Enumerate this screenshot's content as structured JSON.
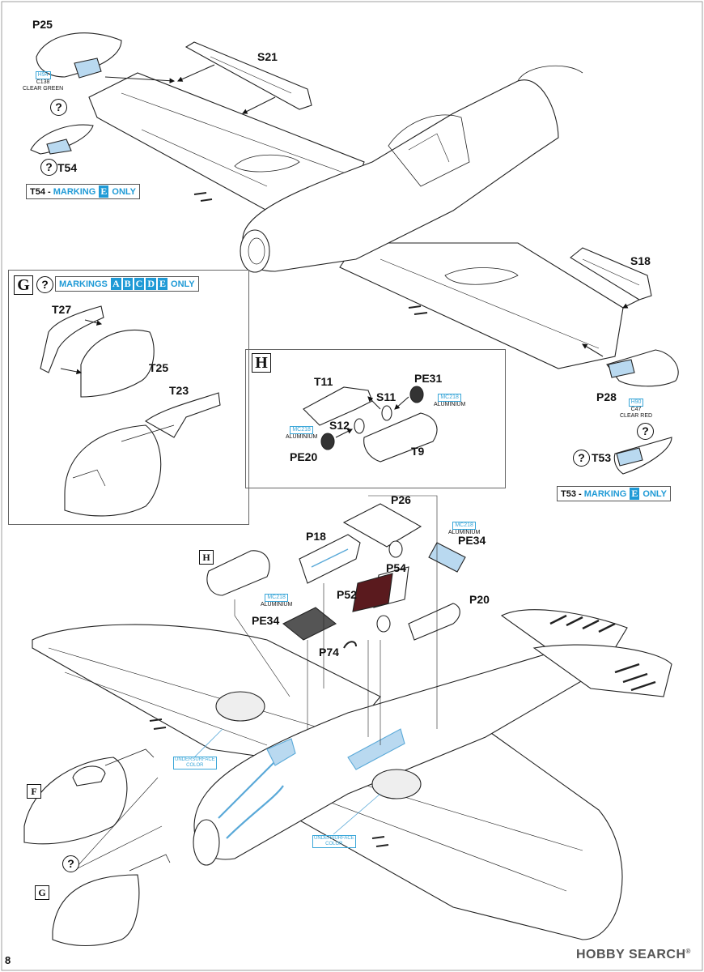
{
  "page_number": "8",
  "watermark": {
    "text": "HOBBY SEARCH",
    "symbol": "®"
  },
  "section_letters": {
    "G": "G",
    "H": "H",
    "F": "F"
  },
  "question_mark": "?",
  "marking_notes": {
    "t54": {
      "prefix": "T54 - ",
      "word": "MARKING ",
      "letter": "E",
      "suffix": " ONLY"
    },
    "t53": {
      "prefix": "T53 - ",
      "word": "MARKING ",
      "letter": "E",
      "suffix": " ONLY"
    },
    "g": {
      "word": "MARKINGS ",
      "letters": [
        "A",
        "B",
        "C",
        "D",
        "E"
      ],
      "suffix": " ONLY"
    }
  },
  "paints": {
    "p25": {
      "code": "H94",
      "code2": "C138",
      "name": "CLEAR GREEN"
    },
    "p28": {
      "code": "H90",
      "code2": "C47",
      "name": "CLEAR RED"
    },
    "pe31": {
      "code": "MC218",
      "name": "ALUMINIUM"
    },
    "pe20": {
      "code": "MC218",
      "name": "ALUMINIUM"
    },
    "pe34_top": {
      "code": "MC218",
      "name": "ALUMINIUM"
    },
    "pe34_left": {
      "code": "MC218",
      "name": "ALUMINIUM"
    }
  },
  "underside_notes": {
    "left": {
      "line1": "UNDERSURFACE",
      "line2": "COLOR"
    },
    "right": {
      "line1": "UNDERSURFACE",
      "line2": "COLOR"
    }
  },
  "part_labels": {
    "P25": "P25",
    "S21": "S21",
    "T54": "T54",
    "S18": "S18",
    "P28": "P28",
    "T53": "T53",
    "T27": "T27",
    "T25": "T25",
    "T23": "T23",
    "T11": "T11",
    "S11": "S11",
    "PE31": "PE31",
    "S12": "S12",
    "PE20": "PE20",
    "T9": "T9",
    "P26": "P26",
    "P18": "P18",
    "PE34a": "PE34",
    "P54": "P54",
    "P52": "P52",
    "P20": "P20",
    "PE34b": "PE34",
    "P74": "P74"
  },
  "colors": {
    "accent_blue": "#1f9ad6",
    "clear_part": "#b9d9f0",
    "red_part": "#5a1a1e"
  }
}
